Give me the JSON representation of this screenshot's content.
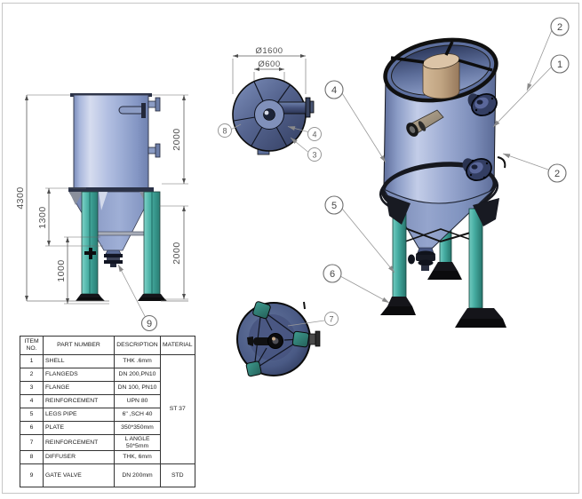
{
  "sheet": {
    "background": "#ffffff",
    "frame_color": "#c6c6c6"
  },
  "colors": {
    "shell_blue": "#9fb0d6",
    "slate_blue": "#4a5a85",
    "legs_teal": "#45b0a5",
    "tube_tan": "#c9ae8e",
    "dimension_line": "#5a5a5a"
  },
  "elevation": {
    "dim_overall_height": "4300",
    "dim_cone_height": "1300",
    "dim_outlet_clearance": "1000",
    "dim_shell_height": "2000",
    "dim_legs_height": "2000",
    "callout_gate_valve": "9"
  },
  "top_view": {
    "dim_outer_diameter": "Ø1600",
    "dim_inner_diameter": "Ø600",
    "callout_diffuser": "8",
    "callout_reinforcement": "4",
    "callout_flange": "3"
  },
  "isometric": {
    "callout_flanged_upper": "2",
    "callout_shell": "1",
    "callout_flanged_lower": "2",
    "callout_reinforcement": "4",
    "callout_legs_pipe": "5",
    "callout_plate": "6"
  },
  "bottom_view": {
    "callout_angle_reinforcement": "7"
  },
  "bom": {
    "headers": [
      "ITEM NO.",
      "PART NUMBER",
      "DESCRIPTION",
      "MATERIAL"
    ],
    "rows": [
      {
        "item": "1",
        "part": "SHELL",
        "desc": "THK .6mm"
      },
      {
        "item": "2",
        "part": "FLANGEDS",
        "desc": "DN 200,PN10"
      },
      {
        "item": "3",
        "part": "FLANGE",
        "desc": "DN 100, PN10"
      },
      {
        "item": "4",
        "part": "REINFORCEMENT",
        "desc": "UPN 80"
      },
      {
        "item": "5",
        "part": "LEGS PIPE",
        "desc": "6\" ,SCH 40"
      },
      {
        "item": "6",
        "part": "PLATE",
        "desc": "350*350mm"
      },
      {
        "item": "7",
        "part": "REINFORCEMENT",
        "desc": "L ANGLE 50*5mm"
      },
      {
        "item": "8",
        "part": "DIFFUSER",
        "desc": "THK, 6mm"
      },
      {
        "item": "9",
        "part": "GATE VALVE",
        "desc": "DN 200mm",
        "material": "STD"
      }
    ],
    "material_group": "ST 37"
  }
}
